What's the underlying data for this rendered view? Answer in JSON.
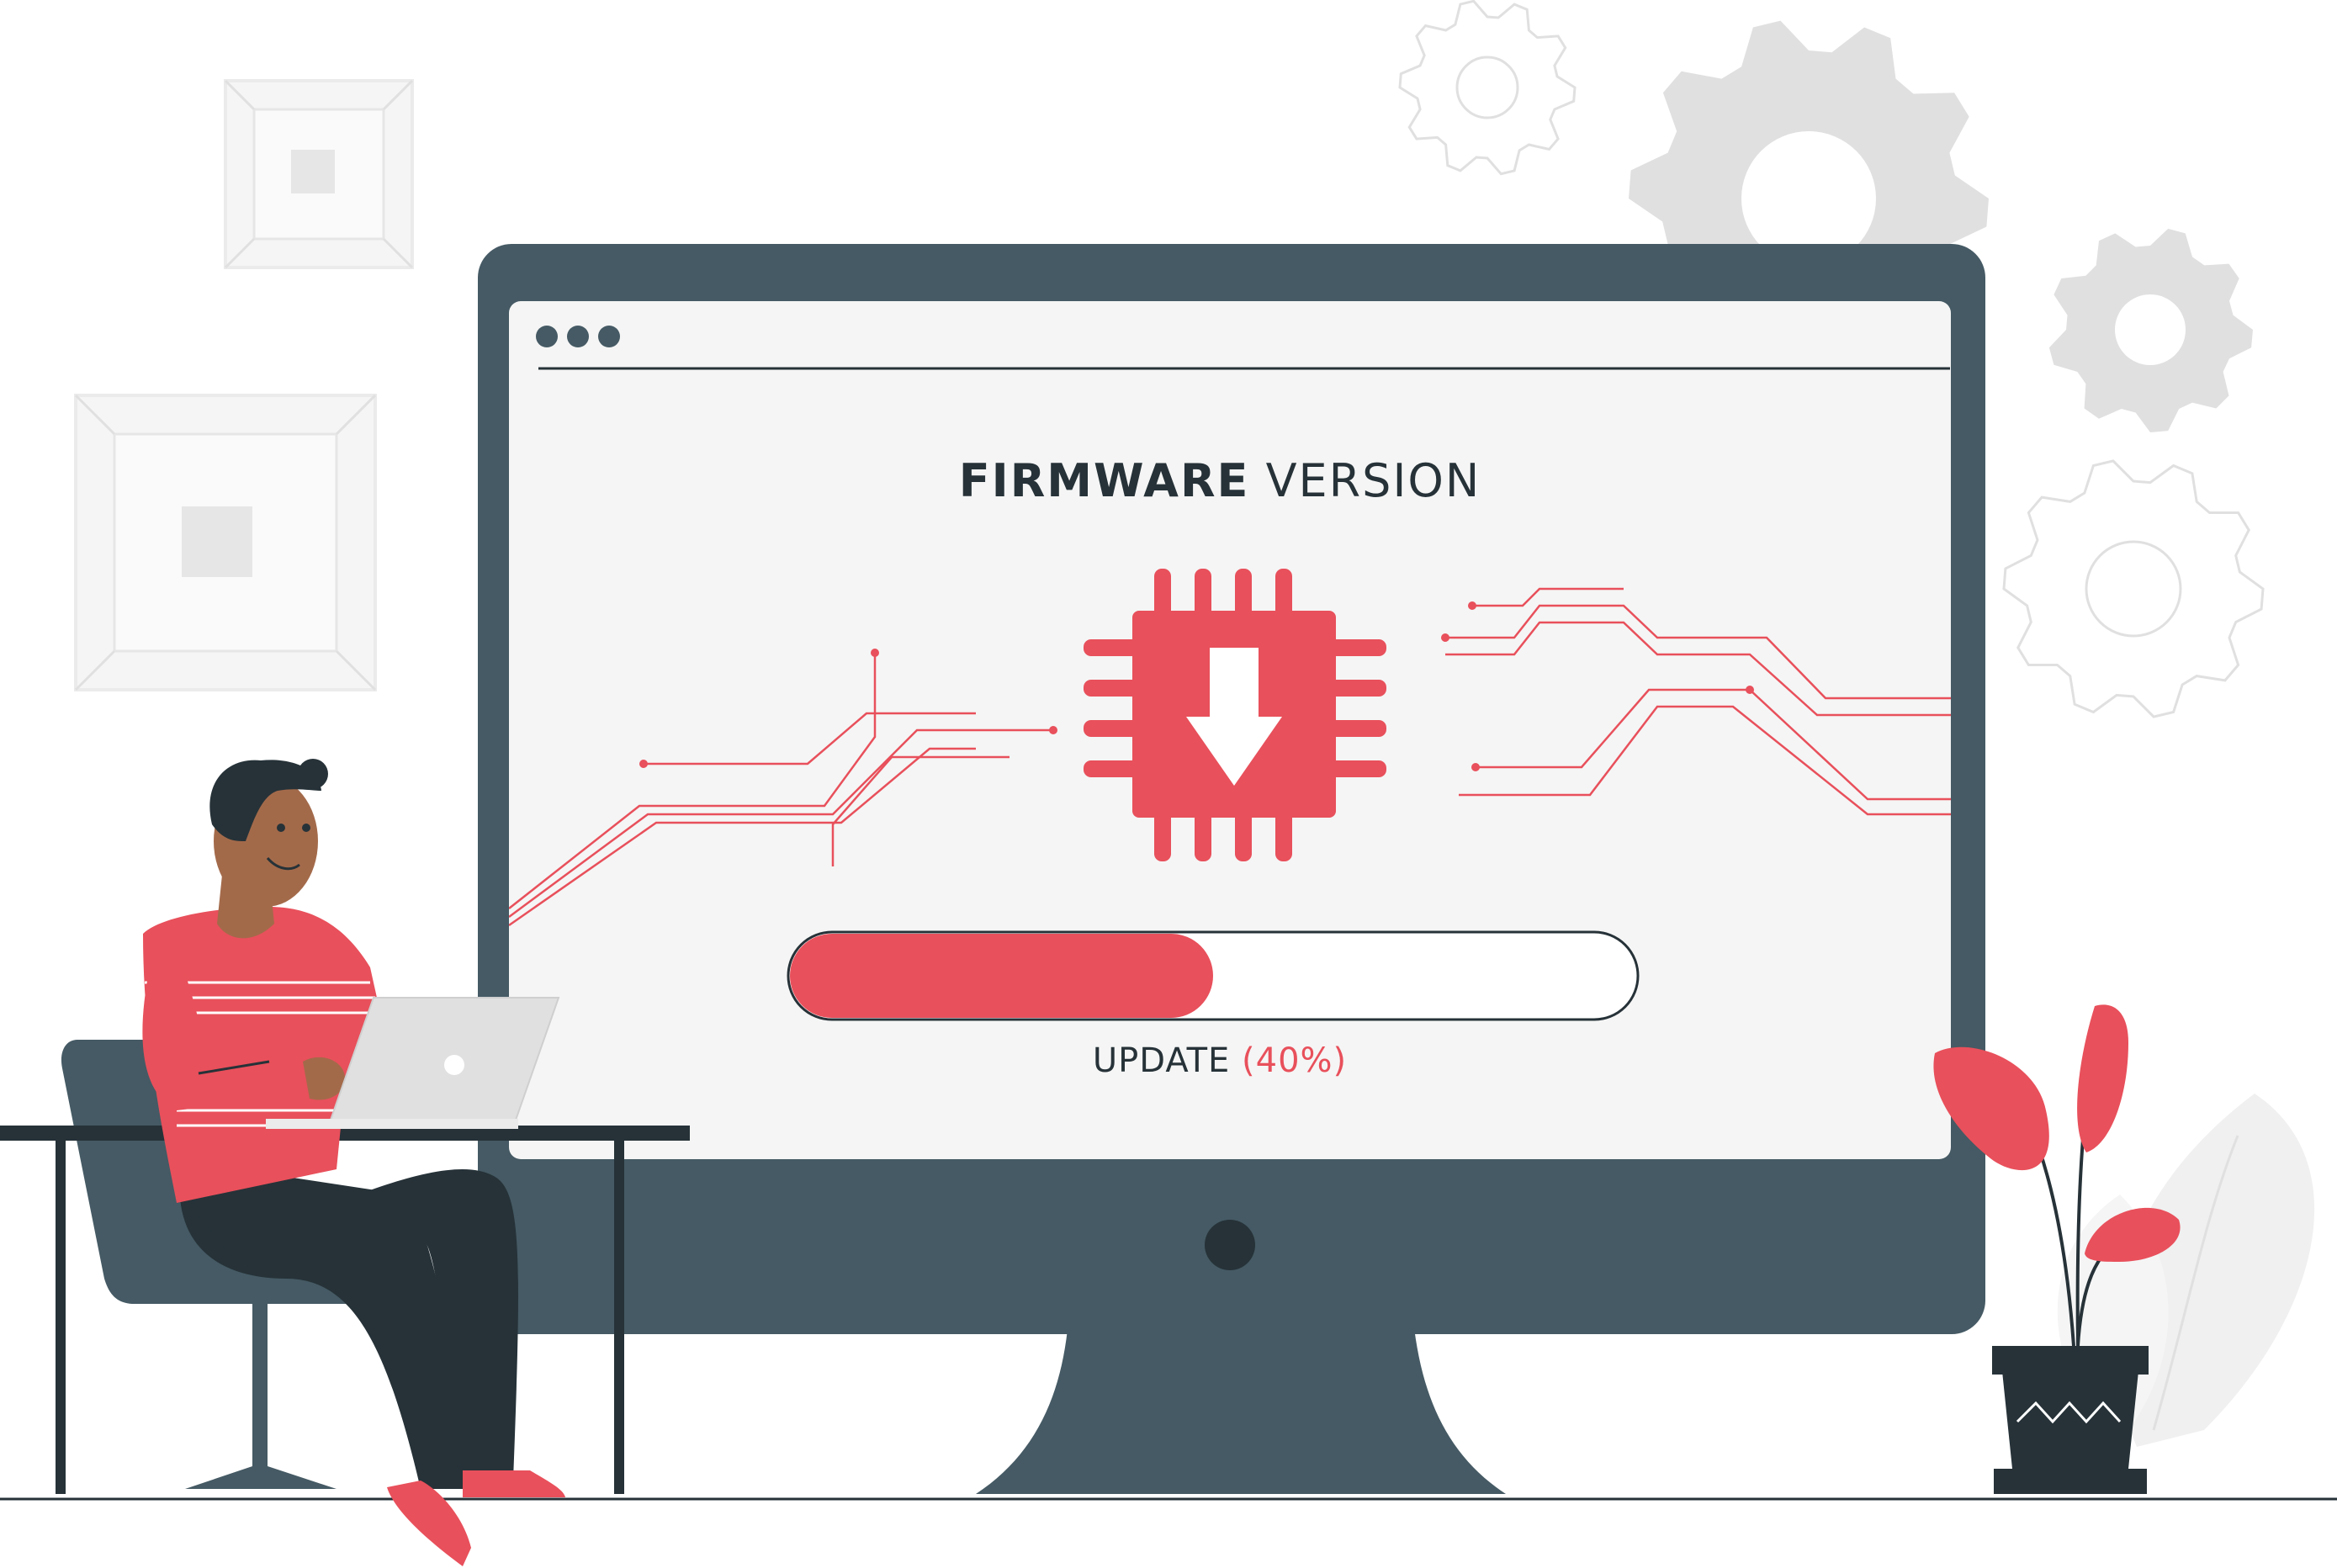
{
  "screen": {
    "title_bold": "FIRMWARE",
    "title_light": "VERSION",
    "update_word": "UPDATE",
    "update_percent": "(40%)",
    "progress_fraction": 0.5
  },
  "icons": {
    "chip": "chip-download-icon",
    "gears": "gear-icon"
  },
  "colors": {
    "accent": "#e8505b",
    "monitor": "#455a64",
    "dark": "#263238",
    "gear": "#e0e0e0",
    "screen_bg": "#f5f5f5"
  }
}
